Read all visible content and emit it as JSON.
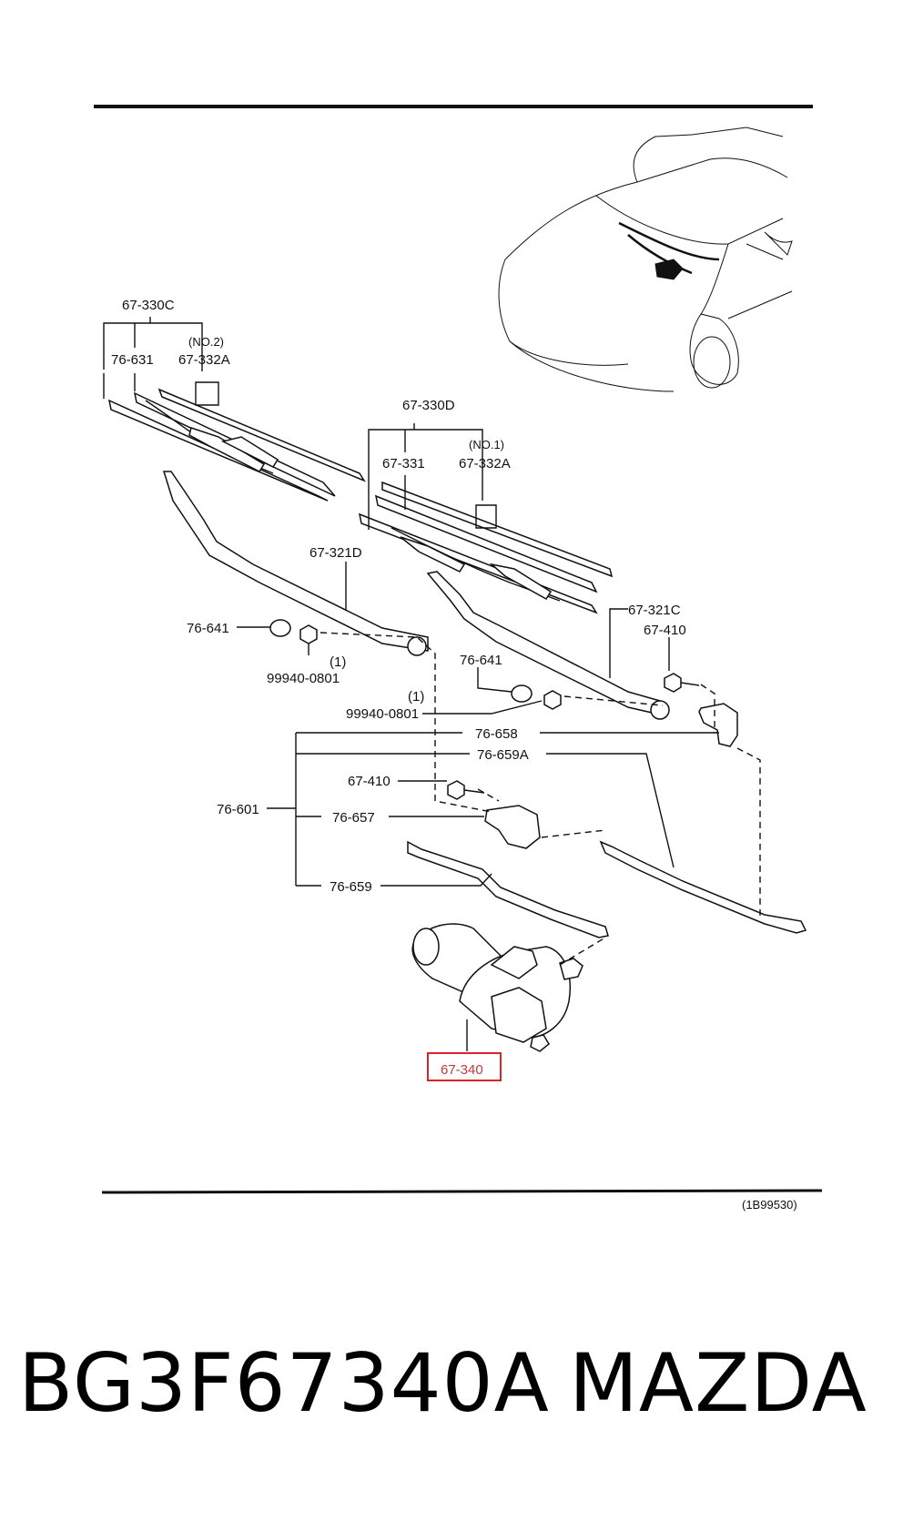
{
  "diagram": {
    "labels": {
      "wiper_set_left": "67-330C",
      "blade_left": "76-631",
      "no2": "(NO.2)",
      "insert_left": "67-332A",
      "wiper_set_right": "67-330D",
      "blade_right": "67-331",
      "no1": "(NO.1)",
      "insert_right": "67-332A",
      "arm_left": "67-321D",
      "cap_left": "76-641",
      "qty_left": "(1)",
      "nut_left": "99940-0801",
      "arm_right": "67-321C",
      "bolt_top": "67-410",
      "cap_right": "76-641",
      "qty_right": "(1)",
      "nut_right": "99940-0801",
      "pivot_right": "76-658",
      "link_right": "76-659A",
      "bolt_mid": "67-410",
      "linkage_assy": "76-601",
      "pivot_left": "76-657",
      "link_left": "76-659",
      "motor": "67-340",
      "figure_ref": "(1B99530)"
    },
    "highlight_color": "#d9252a"
  },
  "caption": {
    "part_number": "BG3F67340A",
    "brand": "MAZDA"
  }
}
